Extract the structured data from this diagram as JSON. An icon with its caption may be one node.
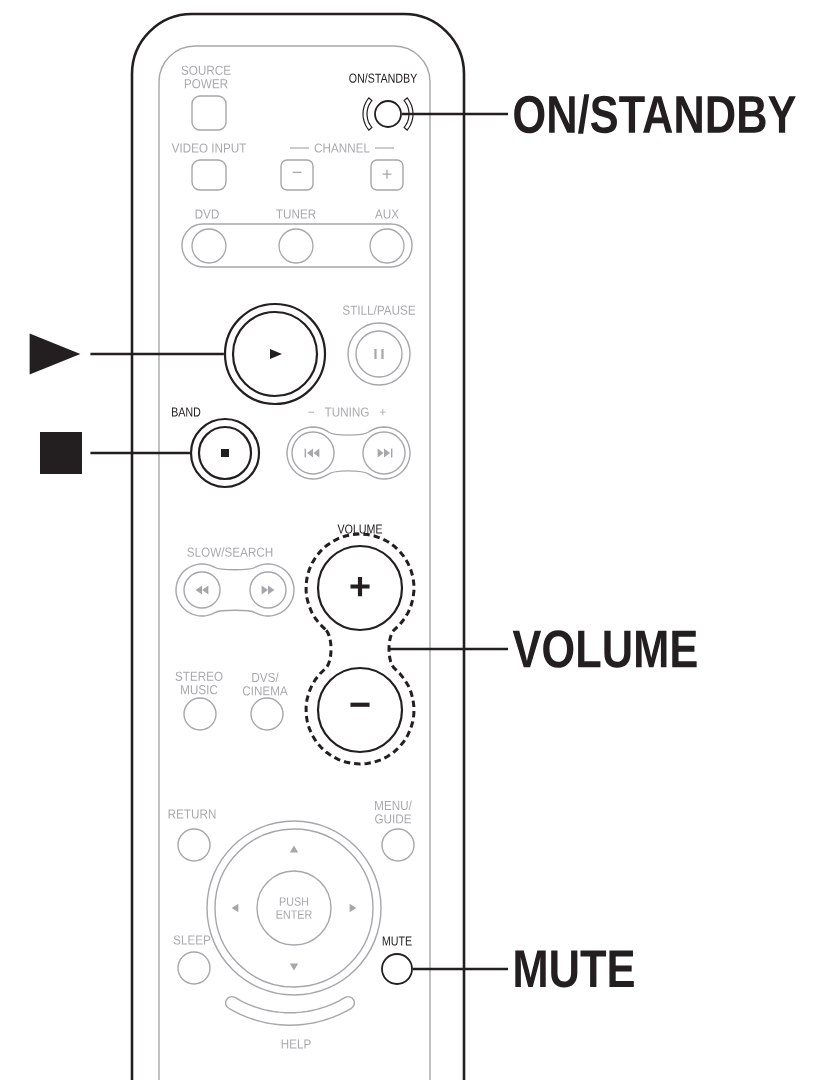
{
  "diagram": {
    "nodes": [
      {
        "text": [],
        "shape": "box",
        "beside": [
          "SOURCE POWER"
        ]
      },
      {
        "text": [],
        "shape": "circle",
        "beside": [
          "ON/STANDBY"
        ]
      },
      {
        "text": [
          "ON/STANDBY"
        ]
      },
      {
        "text": [],
        "shape": "box",
        "beside": [
          "VIDEO INPUT"
        ]
      },
      {
        "text": [
          "−"
        ]
      },
      {
        "text": [
          "+"
        ]
      },
      {
        "text": [],
        "shape": "triangle"
      },
      {
        "text": [],
        "shape": "circle"
      },
      {
        "text": [],
        "shape": "square"
      },
      {
        "text": [],
        "shape": "circle",
        "beside": [
          "BAND"
        ]
      },
      {
        "text": [],
        "shape": "capsule",
        "beside": [
          "VOLUME"
        ]
      },
      {
        "text": [
          "+"
        ],
        "in": 10
      },
      {
        "text": [
          "−"
        ],
        "in": 10
      },
      {
        "text": [
          "VOLUME"
        ]
      },
      {
        "text": [
          "PUSH ENTER"
        ]
      },
      {
        "text": [],
        "shape": "circle",
        "beside": [
          "MUTE"
        ]
      },
      {
        "text": [
          "MUTE"
        ]
      }
    ],
    "edges": [
      {
        "from": 2,
        "to": 1,
        "arrow": "none"
      },
      {
        "from": 6,
        "to": 7,
        "arrow": "none"
      },
      {
        "from": 8,
        "to": 9,
        "arrow": "none"
      },
      {
        "from": 13,
        "to": 10,
        "arrow": "none"
      },
      {
        "from": 16,
        "to": 15,
        "arrow": "none"
      }
    ],
    "labels": [
      "CHANNEL",
      "DVD",
      "TUNER",
      "AUX",
      "STILL/PAUSE",
      "− TUNING +",
      "SLOW/SEARCH",
      "STEREO MUSIC",
      "DVS/ CINEMA",
      "RETURN",
      "MENU/ GUIDE",
      "SLEEP",
      "HELP"
    ]
  }
}
